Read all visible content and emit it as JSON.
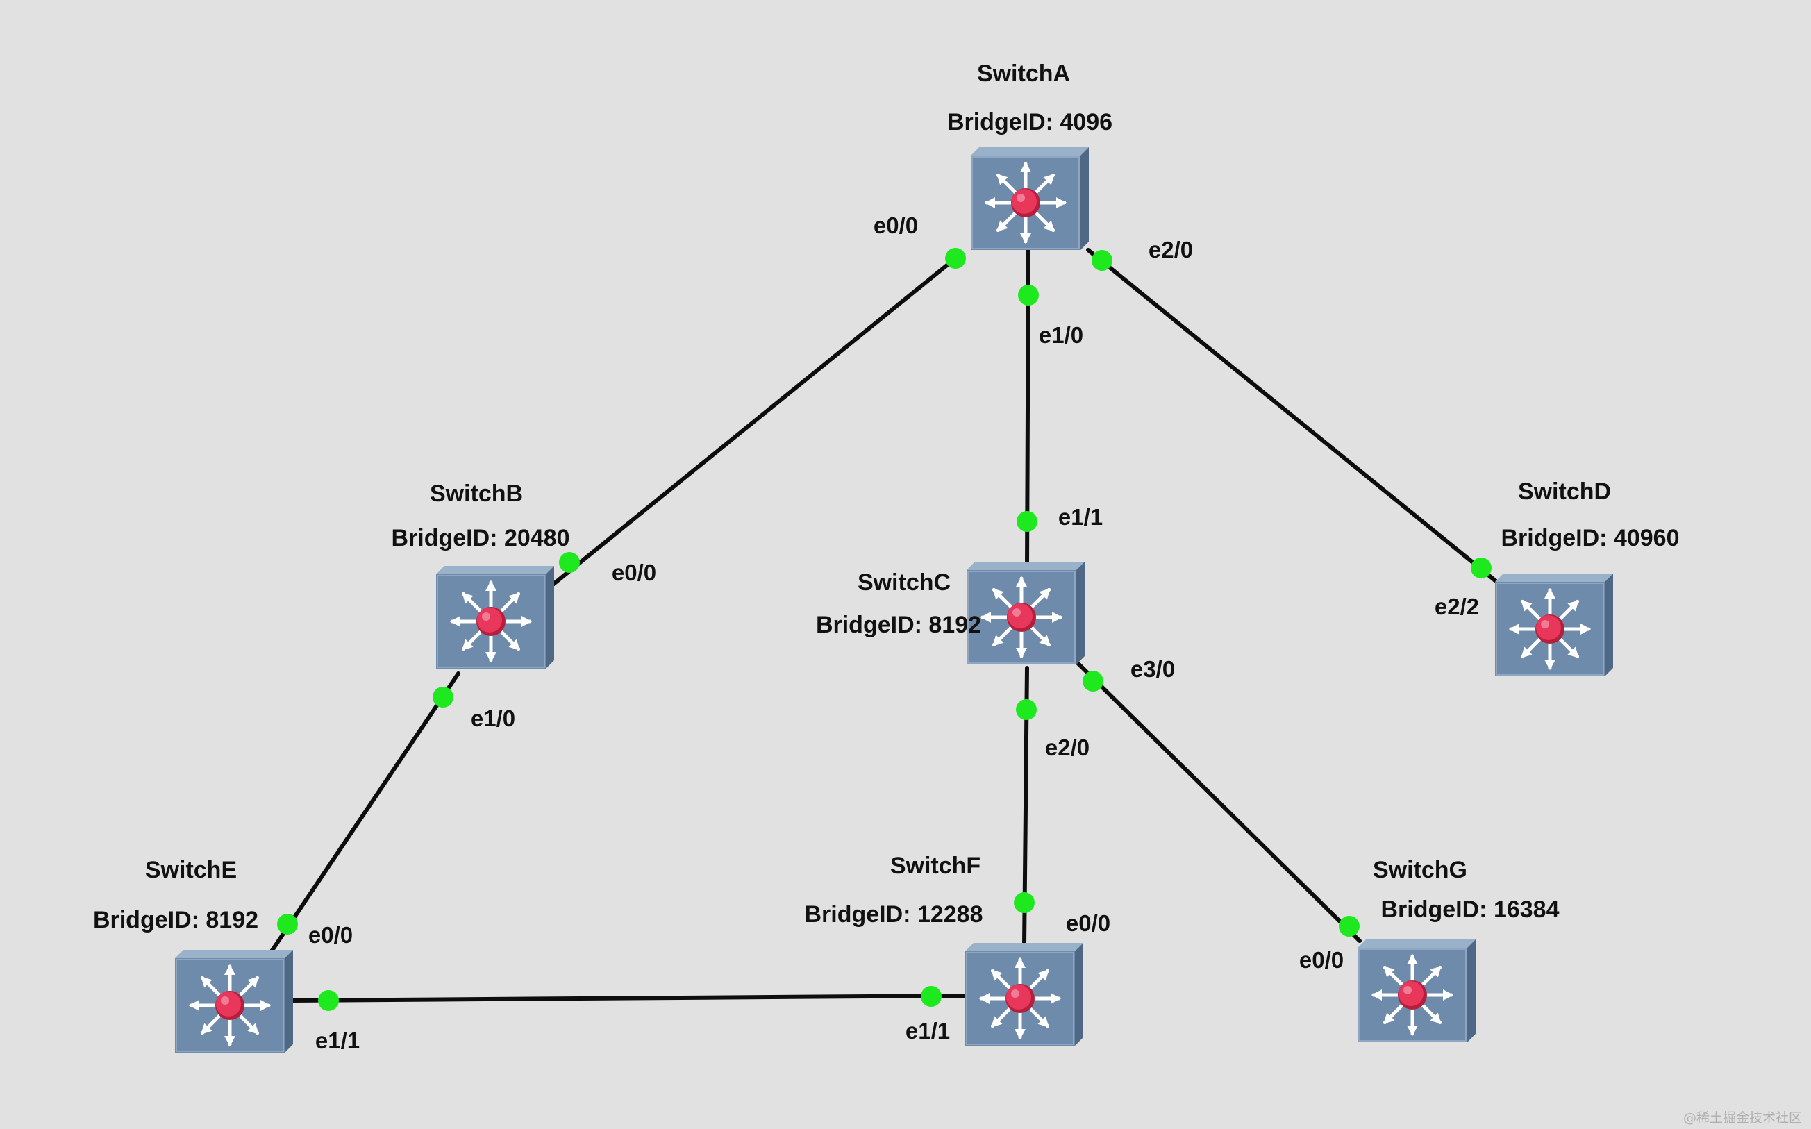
{
  "switches": [
    {
      "id": "A",
      "name": "SwitchA",
      "bridge_id": "BridgeID: 4096"
    },
    {
      "id": "B",
      "name": "SwitchB",
      "bridge_id": "BridgeID: 20480"
    },
    {
      "id": "C",
      "name": "SwitchC",
      "bridge_id": "BridgeID: 8192"
    },
    {
      "id": "D",
      "name": "SwitchD",
      "bridge_id": "BridgeID: 40960"
    },
    {
      "id": "E",
      "name": "SwitchE",
      "bridge_id": "BridgeID: 8192"
    },
    {
      "id": "F",
      "name": "SwitchF",
      "bridge_id": "BridgeID: 12288"
    },
    {
      "id": "G",
      "name": "SwitchG",
      "bridge_id": "BridgeID: 16384"
    }
  ],
  "links": [
    {
      "from": "A",
      "from_port": "e0/0",
      "to": "B",
      "to_port": "e0/0"
    },
    {
      "from": "A",
      "from_port": "e1/0",
      "to": "C",
      "to_port": "e1/1"
    },
    {
      "from": "A",
      "from_port": "e2/0",
      "to": "D",
      "to_port": "e2/2"
    },
    {
      "from": "B",
      "from_port": "e1/0",
      "to": "E",
      "to_port": "e0/0"
    },
    {
      "from": "C",
      "from_port": "e2/0",
      "to": "F",
      "to_port": "e0/0"
    },
    {
      "from": "C",
      "from_port": "e3/0",
      "to": "G",
      "to_port": "e0/0"
    },
    {
      "from": "E",
      "from_port": "e1/1",
      "to": "F",
      "to_port": "e1/1"
    }
  ],
  "watermark": "@稀土掘金技术社区",
  "colors": {
    "background": "#e1e1e1",
    "link": "#0d0d0d",
    "port_dot": "#1ee81e",
    "switch_front": "#6e8bab",
    "switch_top": "#9ab1ca",
    "switch_side": "#4f6886",
    "switch_core": "#e8375a"
  }
}
